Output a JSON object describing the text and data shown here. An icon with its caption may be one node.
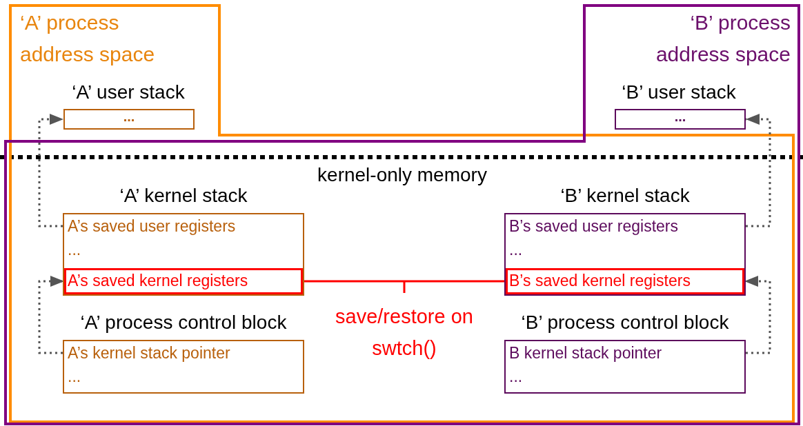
{
  "diagram": {
    "nodes": [
      {
        "text": [
          "‘A’ process address space"
        ]
      },
      {
        "text": [
          "‘B’ process address space"
        ]
      },
      {
        "text": [
          "‘A’ user stack",
          "..."
        ],
        "in": 0
      },
      {
        "text": [
          "‘B’ user stack",
          "..."
        ],
        "in": 1
      },
      {
        "text": [
          "‘A’ kernel stack",
          "A’s saved user registers",
          "..."
        ]
      },
      {
        "text": [
          "A’s saved kernel registers"
        ],
        "in": 4
      },
      {
        "text": [
          "‘B’ kernel stack",
          "B’s saved user registers",
          "..."
        ]
      },
      {
        "text": [
          "B’s saved kernel registers"
        ],
        "in": 6
      },
      {
        "text": [
          "‘A’ process control block",
          "A’s kernel stack pointer",
          "..."
        ]
      },
      {
        "text": [
          "‘B’ process control block",
          "B kernel stack pointer",
          "..."
        ]
      }
    ],
    "edges": [
      {
        "from": 4,
        "to": 2,
        "arrow": "to",
        "style": "dashed"
      },
      {
        "from": 8,
        "to": 5,
        "arrow": "to",
        "style": "dashed"
      },
      {
        "from": 6,
        "to": 3,
        "arrow": "to",
        "style": "dashed"
      },
      {
        "from": 9,
        "to": 7,
        "arrow": "to",
        "style": "dashed"
      },
      {
        "from": 5,
        "to": 7,
        "arrow": "none",
        "label": "save/restore on swtch()",
        "color": "#ff0000"
      }
    ],
    "labels": [
      "kernel-only memory"
    ]
  }
}
